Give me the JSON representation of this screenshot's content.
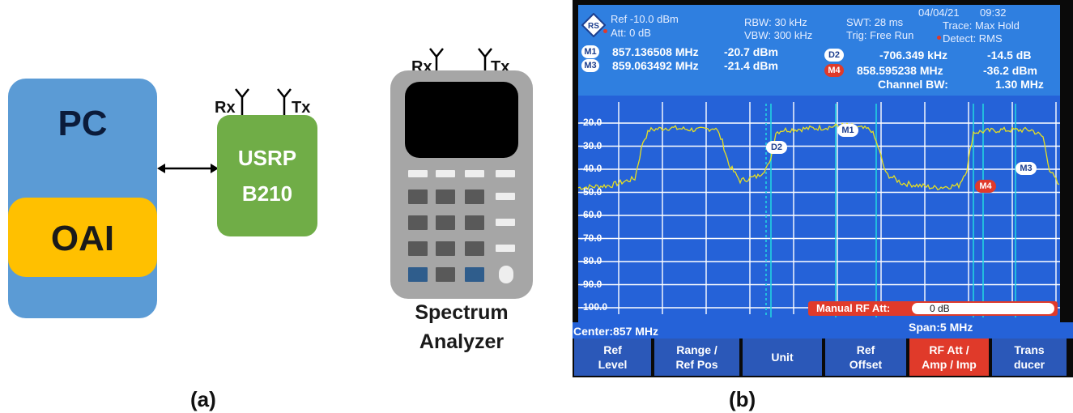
{
  "panel_a": {
    "pc_label": "PC",
    "oai_label": "OAI",
    "usrp_line1": "USRP",
    "usrp_line2": "B210",
    "rx_label": "Rx",
    "tx_label": "Tx",
    "sa_line1": "Spectrum",
    "sa_line2": "Analyzer",
    "caption": "(a)"
  },
  "panel_b": {
    "caption": "(b)",
    "header": {
      "ref": "Ref -10.0 dBm",
      "att": "Att:   0 dB",
      "rbw": "RBW:  30 kHz",
      "vbw": "VBW:  300 kHz",
      "swt": "SWT:  28 ms",
      "trig": "Trig:  Free Run",
      "date": "04/04/21",
      "time": "09:32",
      "trace": "Trace:   Max Hold",
      "detect": "Detect:  RMS",
      "m1_badge": "M1",
      "m1_freq": "857.136508  MHz",
      "m1_level": "-20.7  dBm",
      "m3_badge": "M3",
      "m3_freq": "859.063492  MHz",
      "m3_level": "-21.4  dBm",
      "d2_badge": "D2",
      "d2_freq": "-706.349  kHz",
      "d2_level": "-14.5  dB",
      "m4_badge": "M4",
      "m4_freq": "858.595238  MHz",
      "m4_level": "-36.2  dBm",
      "channel_bw_label": "Channel BW:",
      "channel_bw_value": "1.30 MHz"
    },
    "y_ticks": [
      "-20.0",
      "-30.0",
      "-40.0",
      "-50.0",
      "-60.0",
      "-70.0",
      "-80.0",
      "-90.0",
      "-100.0"
    ],
    "plot_markers": [
      "M1",
      "D2",
      "M3",
      "M4"
    ],
    "manual_rf_att_label": "Manual RF Att:",
    "manual_rf_att_value": "0 dB",
    "center": "Center:857 MHz",
    "span": "Span:5 MHz",
    "softkeys": [
      {
        "line1": "Ref",
        "line2": "Level"
      },
      {
        "line1": "Range /",
        "line2": "Ref Pos"
      },
      {
        "line1": "Unit",
        "line2": ""
      },
      {
        "line1": "Ref",
        "line2": "Offset"
      },
      {
        "line1": "RF Att /",
        "line2": "Amp / Imp"
      },
      {
        "line1": "Trans",
        "line2": "ducer"
      }
    ],
    "colors": {
      "header": "#2f7fe0",
      "plot_bg": "#2562d8",
      "trace": "#e8e020",
      "channel_lines": "#22d4e0",
      "softkey": "#2b58b8",
      "softkey_active": "#e03a2a"
    }
  }
}
